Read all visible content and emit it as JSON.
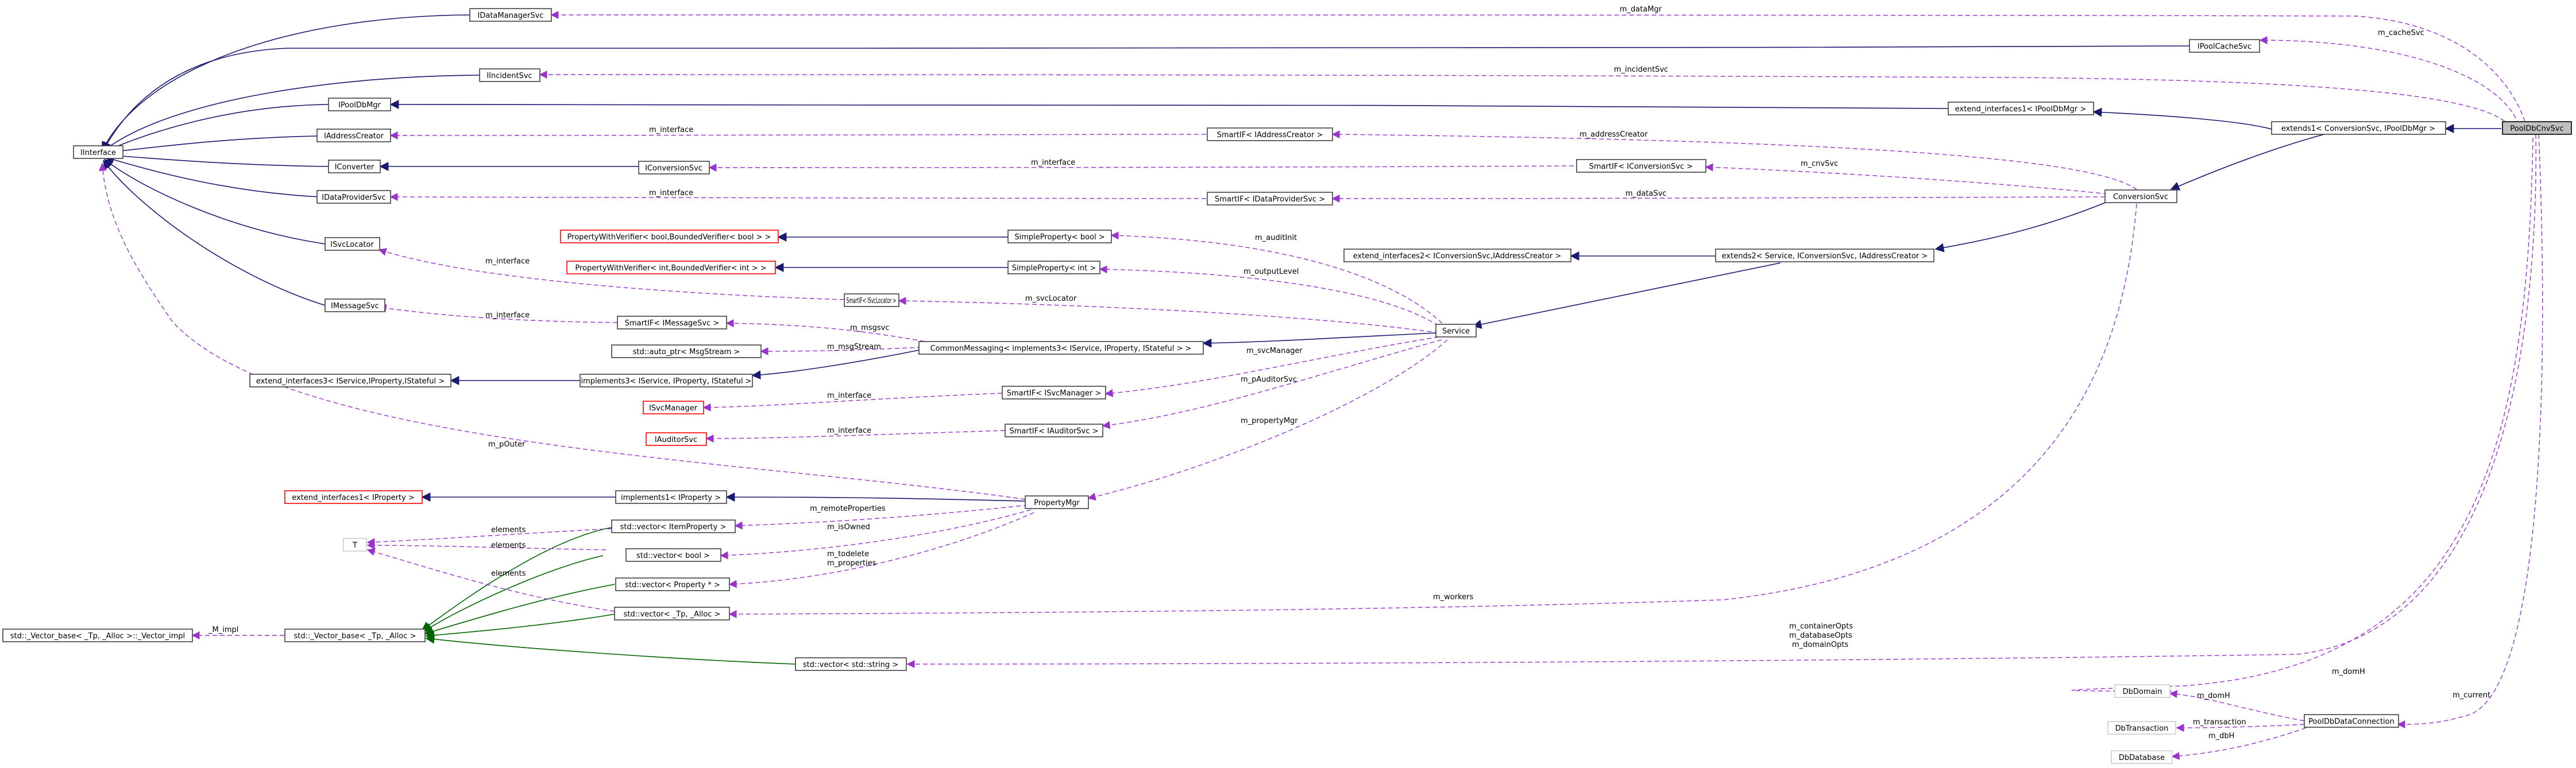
{
  "nodes": {
    "IDataManagerSvc": "IDataManagerSvc",
    "IPoolCacheSvc": "IPoolCacheSvc",
    "IIncidentSvc": "IIncidentSvc",
    "IPoolDbMgr": "IPoolDbMgr",
    "extend_interfaces1_IPoolDbMgr": "extend_interfaces1< IPoolDbMgr >",
    "extends1_ConversionSvc_IPoolDbMgr": "extends1< ConversionSvc, IPoolDbMgr >",
    "PoolDbCnvSvc": "PoolDbCnvSvc",
    "IInterface": "IInterface",
    "IAddressCreator": "IAddressCreator",
    "SmartIF_IAddressCreator": "SmartIF< IAddressCreator >",
    "IConverter": "IConverter",
    "IConversionSvc": "IConversionSvc",
    "SmartIF_IConversionSvc": "SmartIF< IConversionSvc >",
    "IDataProviderSvc": "IDataProviderSvc",
    "SmartIF_IDataProviderSvc": "SmartIF< IDataProviderSvc >",
    "ConversionSvc": "ConversionSvc",
    "PropertyWithVerifier_bool": "PropertyWithVerifier< bool,BoundedVerifier< bool > >",
    "SimpleProperty_bool": "SimpleProperty< bool >",
    "ISvcLocator": "ISvcLocator",
    "PropertyWithVerifier_int": "PropertyWithVerifier< int,BoundedVerifier< int > >",
    "SimpleProperty_int": "SimpleProperty< int >",
    "extend_interfaces2": "extend_interfaces2< IConversionSvc,IAddressCreator >",
    "extends2": "extends2< Service, IConversionSvc, IAddressCreator >",
    "SmartIF_ISvcLocator": "SmartIF< ISvcLocator >",
    "IMessageSvc": "IMessageSvc",
    "SmartIF_IMessageSvc": "SmartIF< IMessageSvc >",
    "Service": "Service",
    "auto_ptr_MsgStream": "std::auto_ptr< MsgStream >",
    "CommonMessaging": "CommonMessaging< implements3< IService, IProperty, IStateful > >",
    "extend_interfaces3": "extend_interfaces3< IService,IProperty,IStateful >",
    "implements3": "implements3< IService, IProperty, IStateful >",
    "SmartIF_ISvcManager": "SmartIF< ISvcManager >",
    "ISvcManager": "ISvcManager",
    "IAuditorSvc": "IAuditorSvc",
    "SmartIF_IAuditorSvc": "SmartIF< IAuditorSvc >",
    "extend_interfaces1_IProperty": "extend_interfaces1< IProperty >",
    "implements1_IProperty": "implements1< IProperty >",
    "PropertyMgr": "PropertyMgr",
    "vector_ItemProperty": "std::vector< ItemProperty >",
    "T": "T",
    "vector_bool": "std::vector< bool >",
    "vector_Property": "std::vector< Property * >",
    "vector_Tp_Alloc": "std::vector< _Tp, _Alloc >",
    "Vector_base_impl": "std::_Vector_base< _Tp, _Alloc >::_Vector_impl",
    "Vector_base": "std::_Vector_base< _Tp, _Alloc >",
    "vector_string": "std::vector< std::string >",
    "DbDomain": "DbDomain",
    "DbTransaction": "DbTransaction",
    "PoolDbDataConnection": "PoolDbDataConnection",
    "DbDatabase": "DbDatabase"
  },
  "edge_labels": {
    "m_dataMgr": "m_dataMgr",
    "m_cacheSvc": "m_cacheSvc",
    "m_incidentSvc": "m_incidentSvc",
    "m_interface_addr": "m_interface",
    "m_addressCreator": "m_addressCreator",
    "m_interface_conv": "m_interface",
    "m_cnvSvc": "m_cnvSvc",
    "m_interface_data": "m_interface",
    "m_dataSvc": "m_dataSvc",
    "m_auditInit": "m_auditInit",
    "m_interface_svcloc": "m_interface",
    "m_outputLevel": "m_outputLevel",
    "m_svcLocator": "m_svcLocator",
    "m_interface_msg": "m_interface",
    "m_msgsvc": "m_msgsvc",
    "m_msgStream": "m_msgStream",
    "m_svcManager": "m_svcManager",
    "m_interface_svcmgr": "m_interface",
    "m_pAuditorSvc": "m_pAuditorSvc",
    "m_interface_aud": "m_interface",
    "m_propertyMgr": "m_propertyMgr",
    "m_pOuter": "m_pOuter",
    "m_remoteProperties": "m_remoteProperties",
    "elements_1": "elements",
    "elements_2": "elements",
    "elements_3": "elements",
    "m_isOwned": "m_isOwned",
    "m_todelete": "m_todelete",
    "m_properties": "m_properties",
    "m_workers": "m_workers",
    "M_impl": "_M_impl",
    "m_containerOpts": "m_containerOpts",
    "m_databaseOpts": "m_databaseOpts",
    "m_domainOpts": "m_domainOpts",
    "m_domH_1": "m_domH",
    "m_domH_2": "m_domH",
    "m_transaction": "m_transaction",
    "m_dbH": "m_dbH",
    "m_current": "m_current"
  },
  "colors": {
    "inheritance": "#191970",
    "template": "#006400",
    "usage": "#9a32cd",
    "highlight_fill": "#bfbfbf",
    "undocumented_border": "#cccccc",
    "missing_border": "#ff0000"
  }
}
